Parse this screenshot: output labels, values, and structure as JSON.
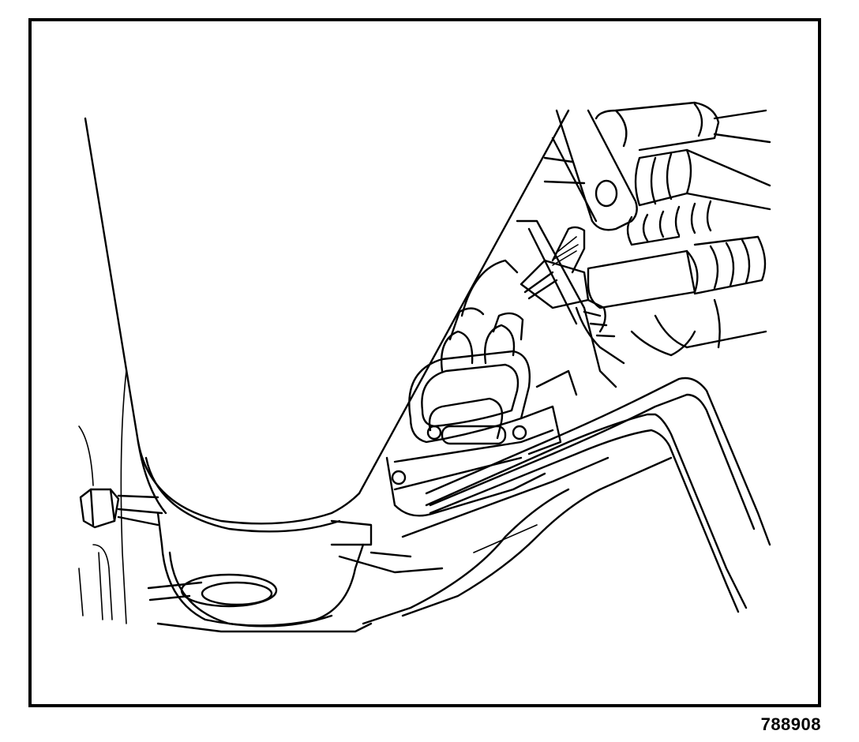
{
  "figure": {
    "number": "788908",
    "border_color": "#000000",
    "background": "#ffffff"
  },
  "illustration": {
    "components": [
      "tailpipe-hanger-bracket",
      "hanger-bolt",
      "exhaust-pipe-bend",
      "wiring-harness-connector",
      "fuel-lines",
      "hose-clamps",
      "frame-rail",
      "fuel-tank-outline"
    ]
  }
}
